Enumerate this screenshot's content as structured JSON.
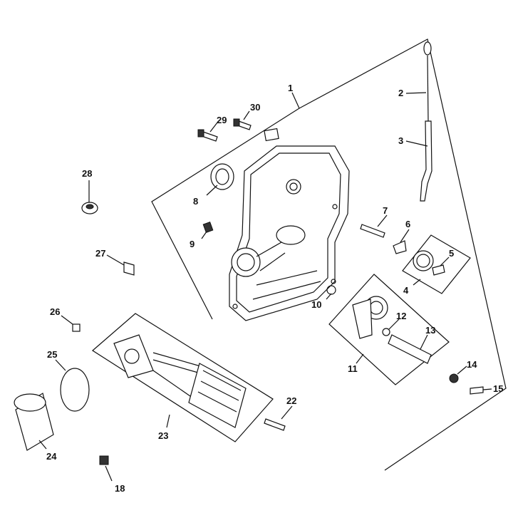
{
  "callouts": [
    {
      "id": "1",
      "text": "1"
    },
    {
      "id": "2",
      "text": "2"
    },
    {
      "id": "3",
      "text": "3"
    },
    {
      "id": "4",
      "text": "4"
    },
    {
      "id": "5",
      "text": "5"
    },
    {
      "id": "6",
      "text": "6"
    },
    {
      "id": "7",
      "text": "7"
    },
    {
      "id": "8",
      "text": "8"
    },
    {
      "id": "9",
      "text": "9"
    },
    {
      "id": "10",
      "text": "10"
    },
    {
      "id": "11",
      "text": "11"
    },
    {
      "id": "12",
      "text": "12"
    },
    {
      "id": "13",
      "text": "13"
    },
    {
      "id": "14",
      "text": "14"
    },
    {
      "id": "15",
      "text": "15"
    },
    {
      "id": "18",
      "text": "18"
    },
    {
      "id": "22",
      "text": "22"
    },
    {
      "id": "23",
      "text": "23"
    },
    {
      "id": "24",
      "text": "24"
    },
    {
      "id": "25",
      "text": "25"
    },
    {
      "id": "26",
      "text": "26"
    },
    {
      "id": "27",
      "text": "27"
    },
    {
      "id": "28",
      "text": "28"
    },
    {
      "id": "29",
      "text": "29"
    },
    {
      "id": "30",
      "text": "30"
    }
  ]
}
